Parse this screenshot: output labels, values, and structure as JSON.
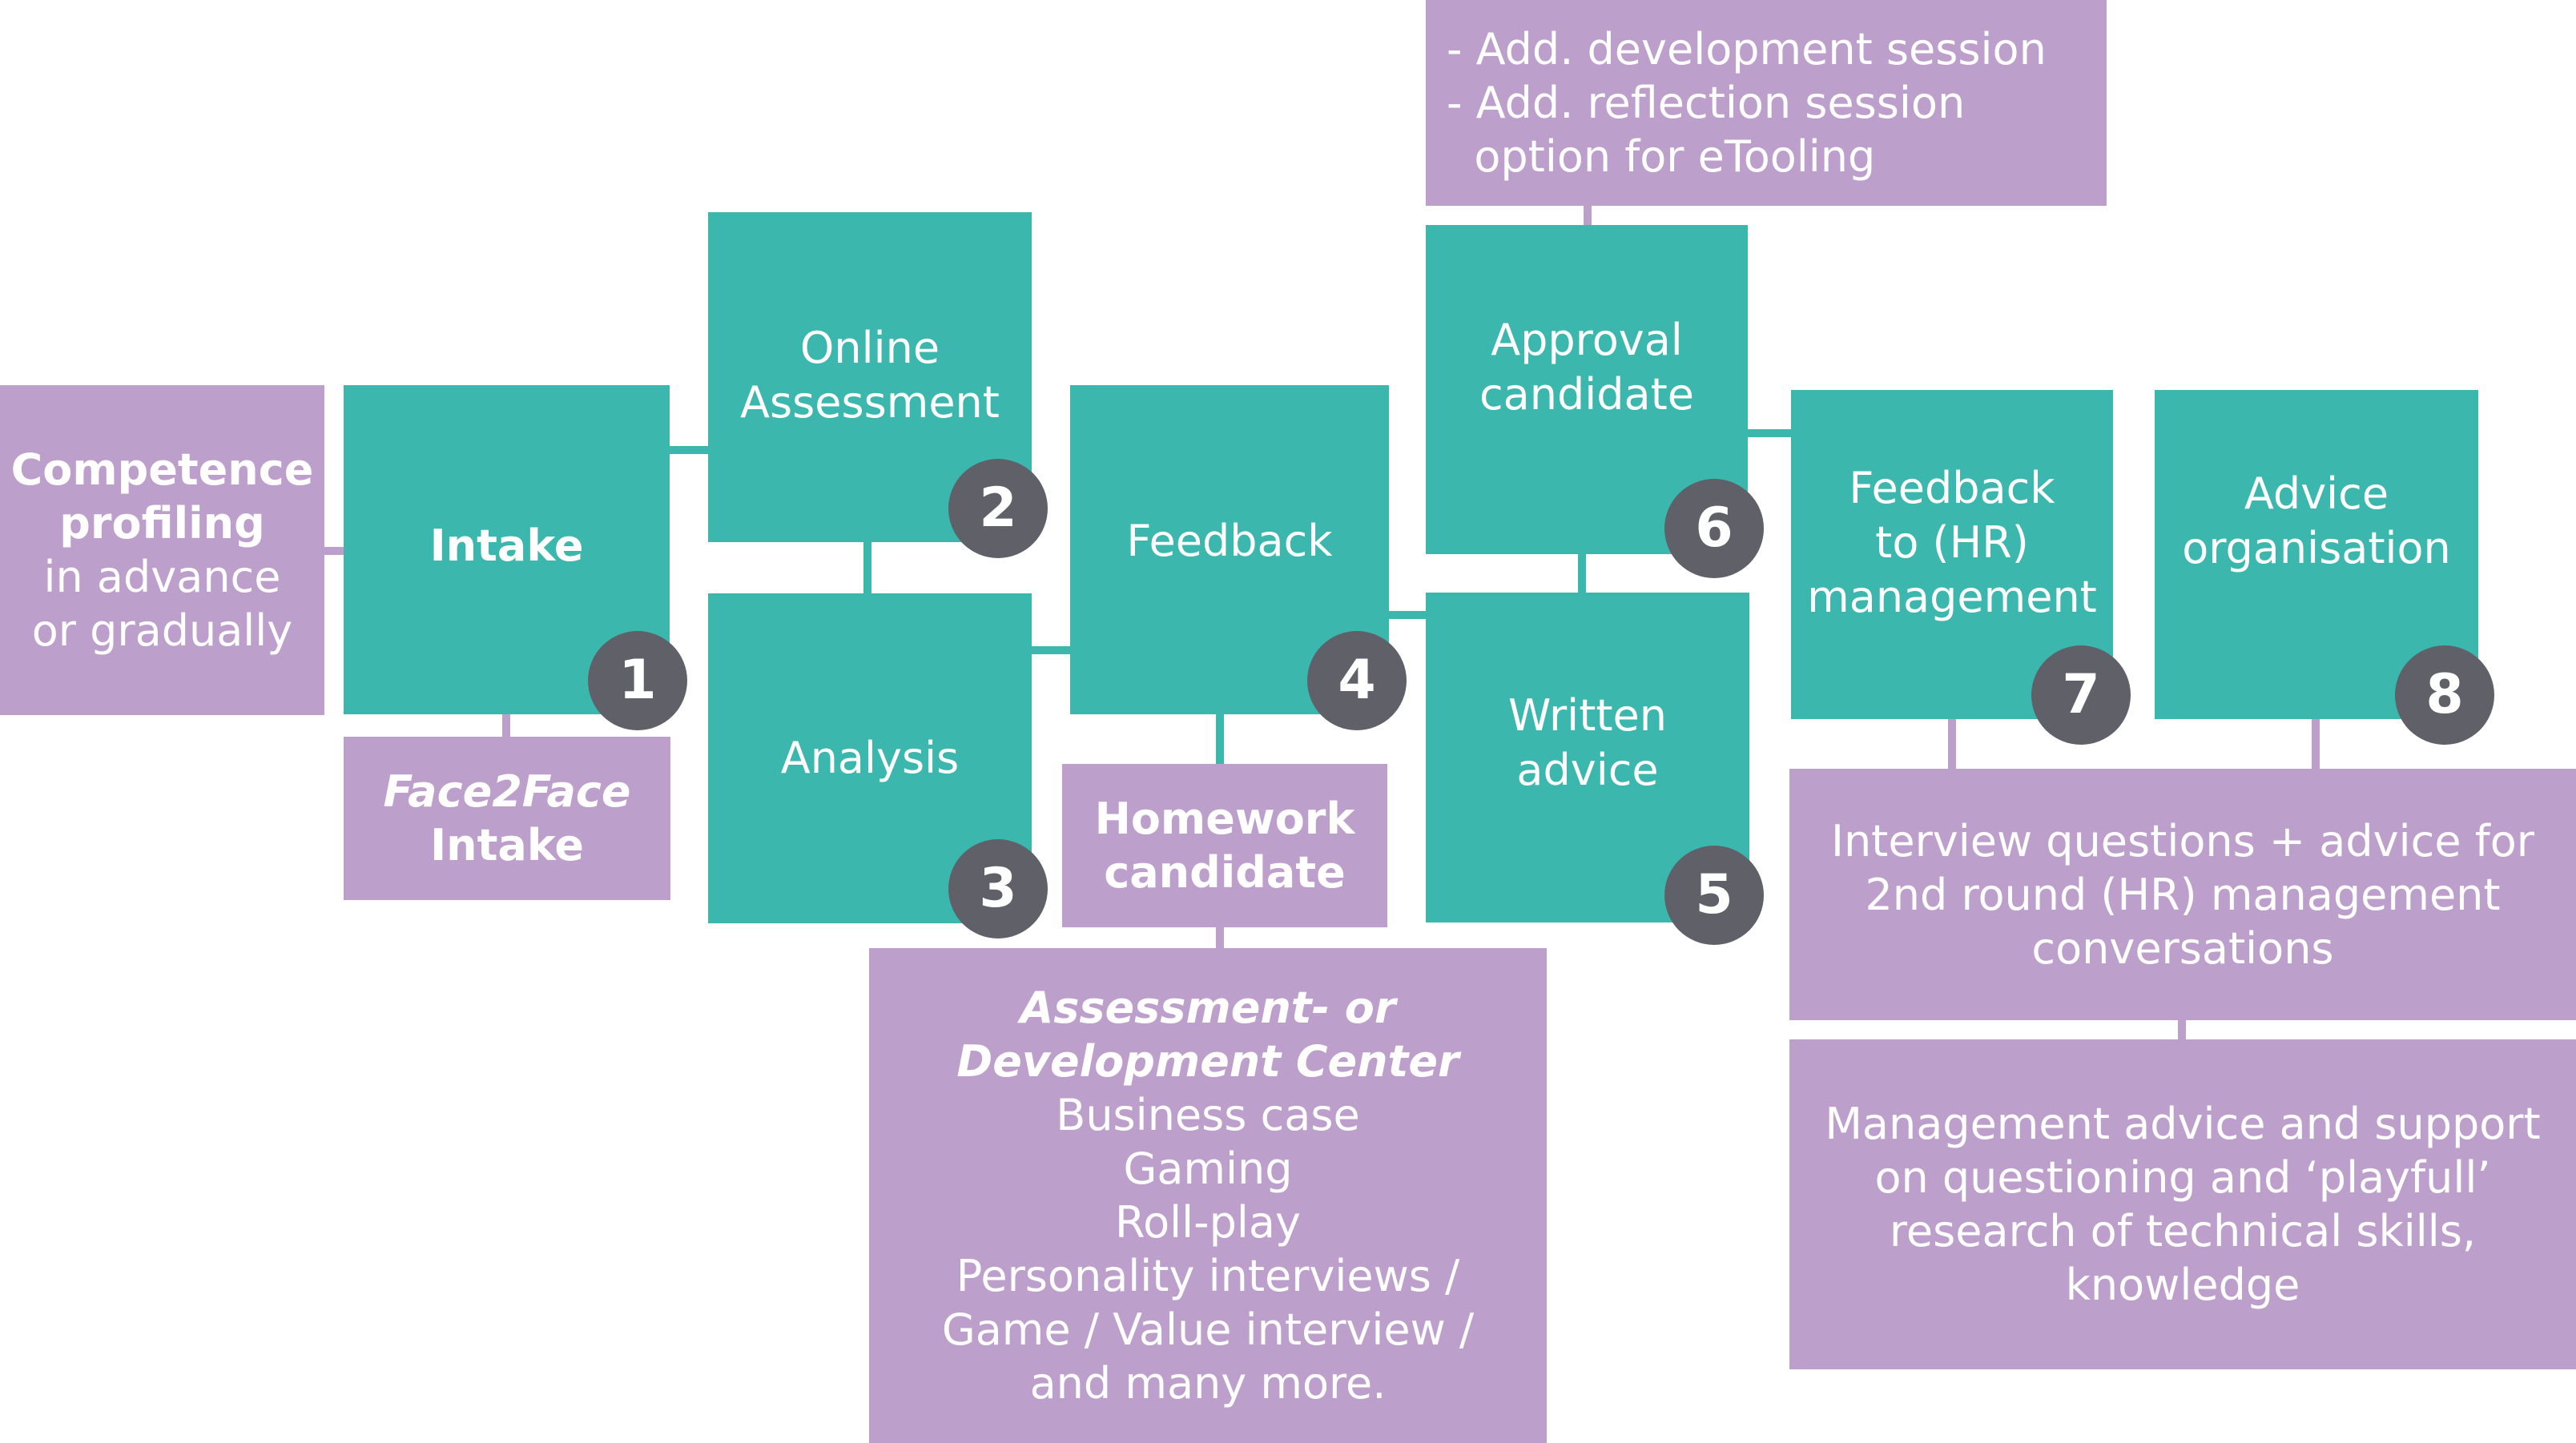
{
  "colors": {
    "teal": "#3bb7ae",
    "purple": "#bd9fcb",
    "badge": "#5f6068",
    "text": "#ffffff"
  },
  "steps": [
    {
      "label_lines": [
        "Intake"
      ],
      "number": "1"
    },
    {
      "label_lines": [
        "Online",
        "Assessment"
      ],
      "number": "2"
    },
    {
      "label_lines": [
        "Analysis"
      ],
      "number": "3"
    },
    {
      "label_lines": [
        "Feedback"
      ],
      "number": "4"
    },
    {
      "label_lines": [
        "Written",
        "advice"
      ],
      "number": "5"
    },
    {
      "label_lines": [
        "Approval",
        "candidate"
      ],
      "number": "6"
    },
    {
      "label_lines": [
        "Feedback",
        "to (HR)",
        "management"
      ],
      "number": "7"
    },
    {
      "label_lines": [
        "Advice",
        "organisation"
      ],
      "number": "8"
    }
  ],
  "notes": {
    "competence": {
      "bold_lines": [
        "Competence",
        "profiling"
      ],
      "lines": [
        "in advance",
        "or gradually"
      ]
    },
    "face2face": {
      "lines": [
        "Face2Face",
        "Intake"
      ]
    },
    "homework": {
      "lines": [
        "Homework",
        "candidate"
      ]
    },
    "assessment_center": {
      "title_lines": [
        "Assessment- or",
        "Development Center"
      ],
      "lines": [
        "Business case",
        "Gaming",
        "Roll-play",
        "Personality interviews /",
        "Game / Value interview /",
        "and many more."
      ]
    },
    "development_session": {
      "lines": [
        "- Add. development session",
        "- Add. reflection session",
        "  option for eTooling"
      ]
    },
    "interview_questions": {
      "lines": [
        "Interview questions + advice for",
        "2nd round (HR) management",
        "conversations"
      ]
    },
    "management_advice": {
      "lines": [
        "Management advice and support",
        "on questioning and ‘playfull’",
        "research of technical skills,",
        "knowledge"
      ]
    }
  }
}
